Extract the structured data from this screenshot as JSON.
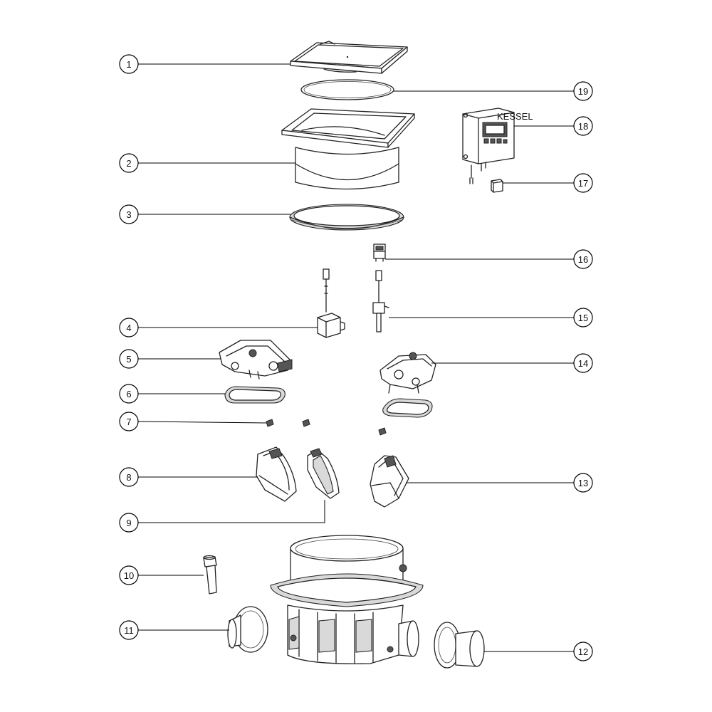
{
  "parts": [
    {
      "num": "1"
    },
    {
      "num": "2"
    },
    {
      "num": "3"
    },
    {
      "num": "4"
    },
    {
      "num": "5"
    },
    {
      "num": "6"
    },
    {
      "num": "7"
    },
    {
      "num": "8"
    },
    {
      "num": "9"
    },
    {
      "num": "10"
    },
    {
      "num": "11"
    },
    {
      "num": "12"
    },
    {
      "num": "13"
    },
    {
      "num": "14"
    },
    {
      "num": "15"
    },
    {
      "num": "16"
    },
    {
      "num": "17"
    },
    {
      "num": "18"
    },
    {
      "num": "19"
    }
  ],
  "controller_brand": "KESSEL"
}
